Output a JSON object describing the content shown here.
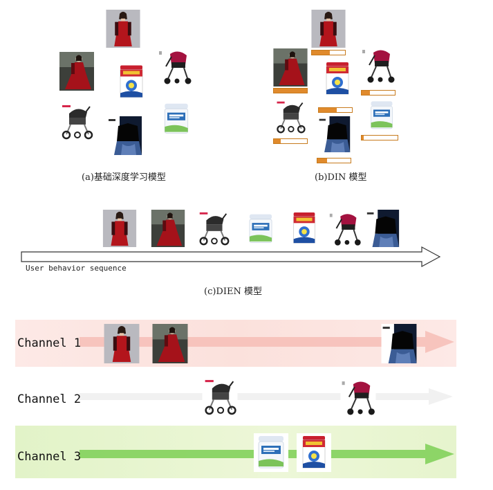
{
  "panels": {
    "a": {
      "caption": "(a)基础深度学习模型"
    },
    "b": {
      "caption": "(b)DIN 模型",
      "attention_weights": [
        0.55,
        0.25,
        1.0,
        0.55,
        0.2,
        0.3,
        0.05
      ]
    },
    "c": {
      "caption": "(c)DIEN 模型",
      "sequence_label": "User behavior sequence"
    }
  },
  "channels": [
    {
      "label": "Channel 1",
      "color": "#f7c9c4"
    },
    {
      "label": "Channel 2",
      "color": "#f0f0f0"
    },
    {
      "label": "Channel 3",
      "color": "#7fcf58"
    }
  ],
  "items": {
    "dress_1": "woman-red-dress-icon",
    "dress_2": "woman-red-dress-outdoor-icon",
    "stroller_1": "baby-stroller-icon",
    "stroller_2": "baby-stroller-alt-icon",
    "milk_1": "milk-powder-can-icon",
    "milk_2": "full-cream-milk-can-icon",
    "jacket": "dark-jacket-outfit-icon"
  },
  "colors": {
    "attention_bar": "#e08a2c",
    "arrow_outline": "#333333",
    "channel1_arrow": "#f5b8b1",
    "channel3_arrow": "#6cc24a"
  }
}
